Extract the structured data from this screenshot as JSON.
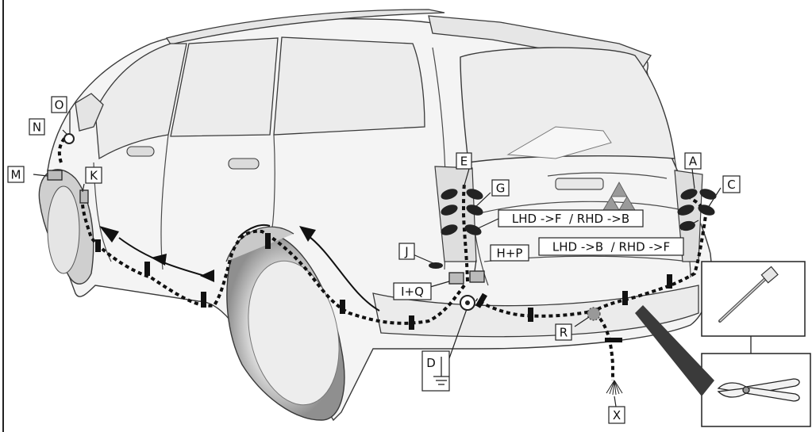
{
  "labels": {
    "A": "A",
    "C": "C",
    "D": "D",
    "E": "E",
    "G": "G",
    "HP": "H+P",
    "IQ": "I+Q",
    "J": "J",
    "K": "K",
    "M": "M",
    "N": "N",
    "O": "O",
    "R": "R",
    "X": "X",
    "lhd_f": "LHD ->F  / RHD ->B",
    "lhd_b": "LHD ->B  / RHD ->F"
  },
  "icons": {
    "tool_top": "cable-tie-icon",
    "tool_bottom": "side-cutter-pliers-icon",
    "ground": "ground-symbol-icon"
  },
  "colors": {
    "outline": "#2a2a2a",
    "body_fill": "#f4f4f4",
    "shade": "#d6d6d6",
    "harness": "#111111"
  }
}
